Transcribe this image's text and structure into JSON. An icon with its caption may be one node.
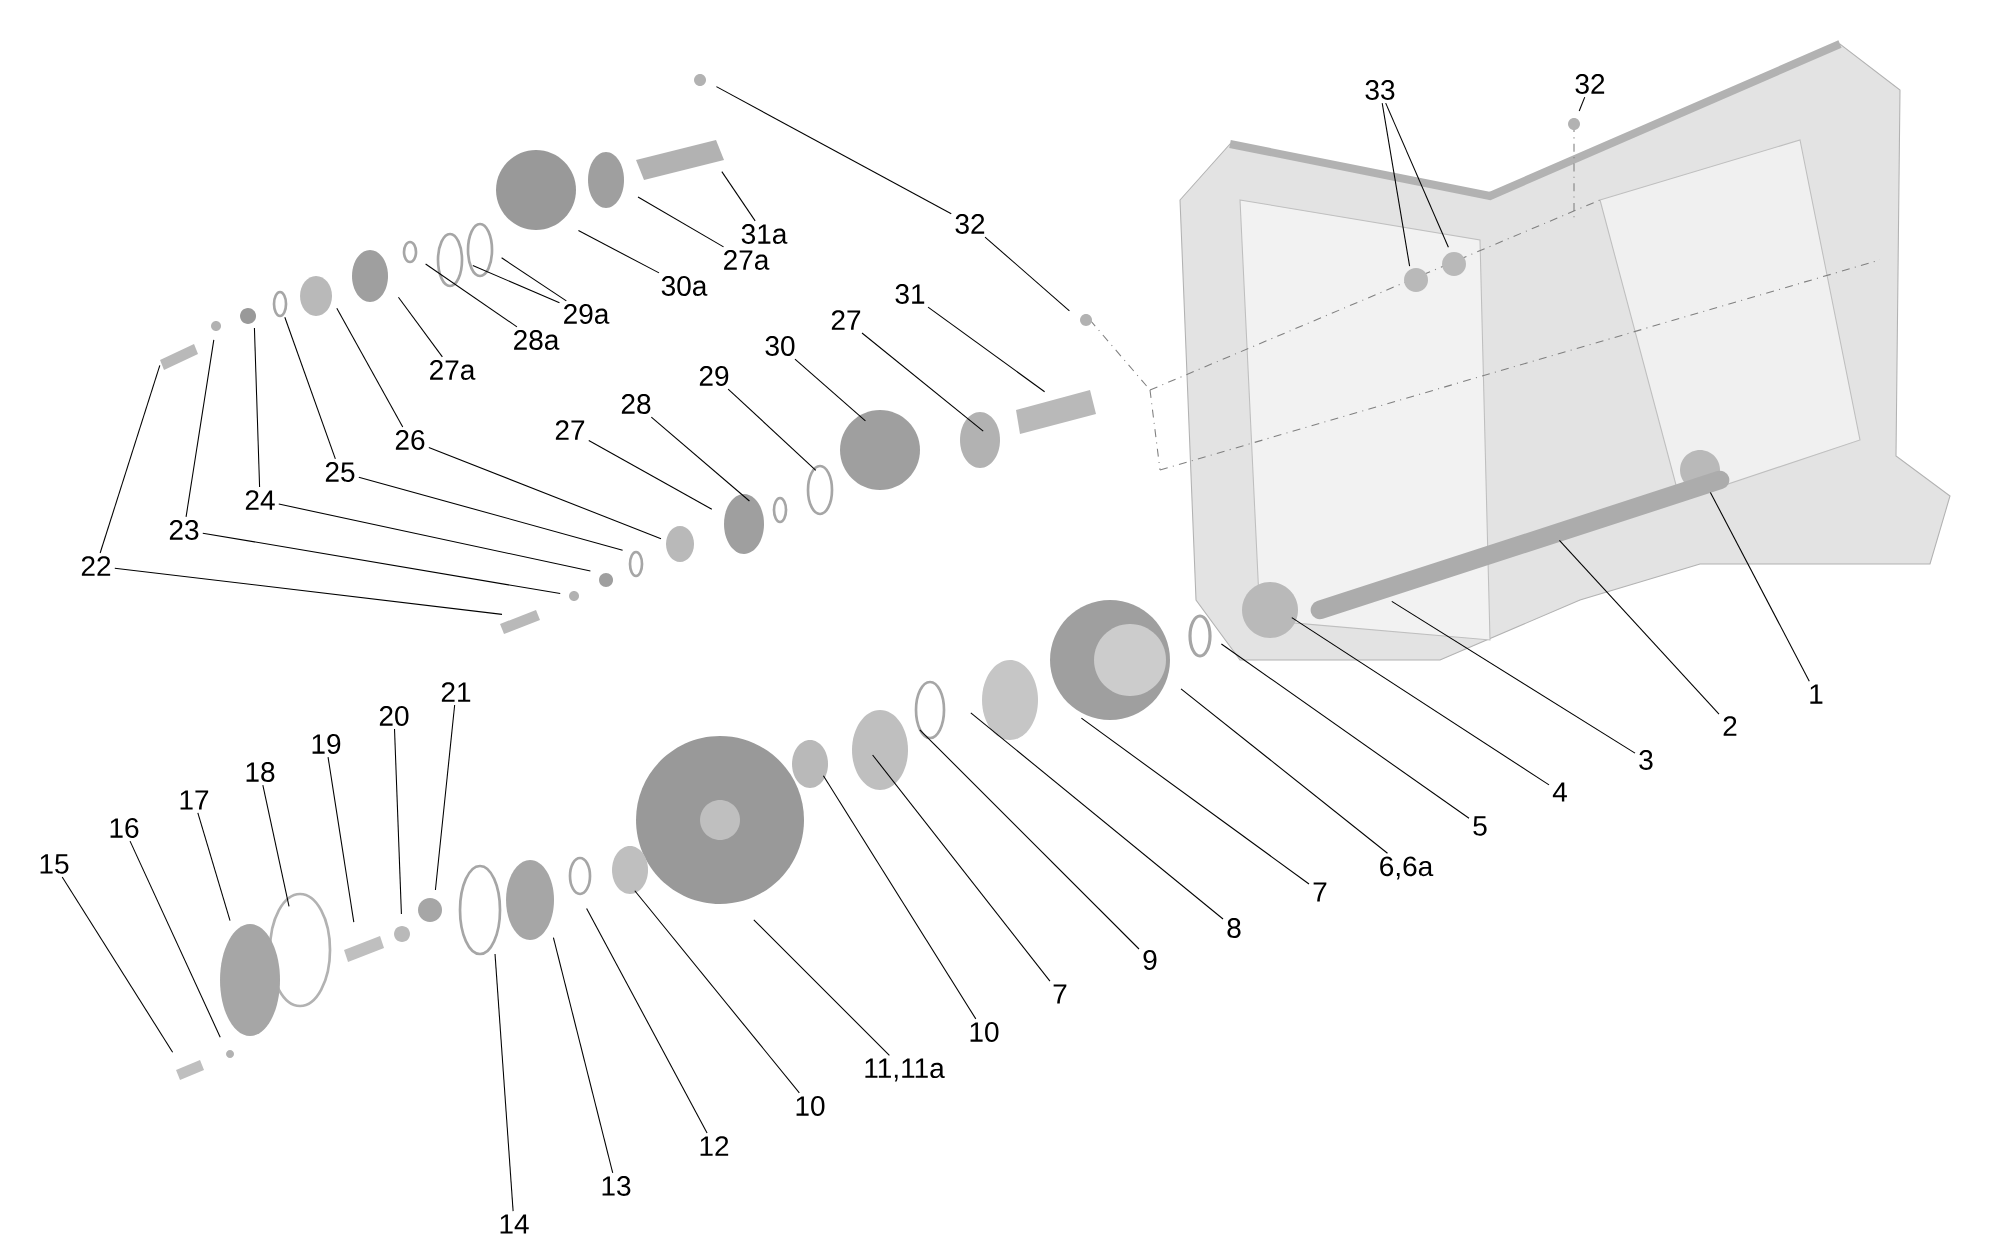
{
  "diagram": {
    "nodes": [
      {
        "text": [
          "1"
        ]
      },
      {
        "text": [
          "2"
        ]
      },
      {
        "text": [
          "3"
        ]
      },
      {
        "text": [
          "4"
        ]
      },
      {
        "text": [
          "5"
        ]
      },
      {
        "text": [
          "6,6a"
        ]
      },
      {
        "text": [
          "7"
        ]
      },
      {
        "text": [
          "8"
        ]
      },
      {
        "text": [
          "9"
        ]
      },
      {
        "text": [
          "7"
        ]
      },
      {
        "text": [
          "10"
        ]
      },
      {
        "text": [
          "11,11a"
        ]
      },
      {
        "text": [
          "10"
        ]
      },
      {
        "text": [
          "12"
        ]
      },
      {
        "text": [
          "13"
        ]
      },
      {
        "text": [
          "14"
        ]
      },
      {
        "text": [
          "15"
        ]
      },
      {
        "text": [
          "16"
        ]
      },
      {
        "text": [
          "17"
        ]
      },
      {
        "text": [
          "18"
        ]
      },
      {
        "text": [
          "19"
        ]
      },
      {
        "text": [
          "20"
        ]
      },
      {
        "text": [
          "21"
        ]
      },
      {
        "text": [
          "22"
        ]
      },
      {
        "text": [
          "23"
        ]
      },
      {
        "text": [
          "24"
        ]
      },
      {
        "text": [
          "25"
        ]
      },
      {
        "text": [
          "26"
        ]
      },
      {
        "text": [
          "27a"
        ]
      },
      {
        "text": [
          "28a"
        ]
      },
      {
        "text": [
          "29a"
        ]
      },
      {
        "text": [
          "30a"
        ]
      },
      {
        "text": [
          "27a"
        ]
      },
      {
        "text": [
          "31a"
        ]
      },
      {
        "text": [
          "32"
        ]
      },
      {
        "text": [
          "31"
        ]
      },
      {
        "text": [
          "27"
        ]
      },
      {
        "text": [
          "30"
        ]
      },
      {
        "text": [
          "29"
        ]
      },
      {
        "text": [
          "28"
        ]
      },
      {
        "text": [
          "27"
        ]
      },
      {
        "text": [
          "33"
        ]
      },
      {
        "text": [
          "32"
        ]
      }
    ],
    "edges": [
      {
        "from": 0,
        "to": null,
        "arrow": "none"
      },
      {
        "from": 1,
        "to": null,
        "arrow": "none"
      },
      {
        "from": 2,
        "to": null,
        "arrow": "none"
      },
      {
        "from": 3,
        "to": null,
        "arrow": "none"
      },
      {
        "from": 4,
        "to": null,
        "arrow": "none"
      },
      {
        "from": 5,
        "to": null,
        "arrow": "none"
      },
      {
        "from": 6,
        "to": null,
        "arrow": "none"
      },
      {
        "from": 7,
        "to": null,
        "arrow": "none"
      },
      {
        "from": 8,
        "to": null,
        "arrow": "none"
      },
      {
        "from": 9,
        "to": null,
        "arrow": "none"
      },
      {
        "from": 10,
        "to": null,
        "arrow": "none"
      },
      {
        "from": 11,
        "to": null,
        "arrow": "none"
      },
      {
        "from": 12,
        "to": null,
        "arrow": "none"
      },
      {
        "from": 13,
        "to": null,
        "arrow": "none"
      },
      {
        "from": 14,
        "to": null,
        "arrow": "none"
      },
      {
        "from": 15,
        "to": null,
        "arrow": "none"
      },
      {
        "from": 16,
        "to": null,
        "arrow": "none"
      },
      {
        "from": 17,
        "to": null,
        "arrow": "none"
      },
      {
        "from": 18,
        "to": null,
        "arrow": "none"
      },
      {
        "from": 19,
        "to": null,
        "arrow": "none"
      },
      {
        "from": 20,
        "to": null,
        "arrow": "none"
      },
      {
        "from": 21,
        "to": null,
        "arrow": "none"
      },
      {
        "from": 22,
        "to": null,
        "arrow": "none"
      },
      {
        "from": 23,
        "to": null,
        "arrow": "none"
      },
      {
        "from": 23,
        "to": null,
        "arrow": "none"
      },
      {
        "from": 24,
        "to": null,
        "arrow": "none"
      },
      {
        "from": 24,
        "to": null,
        "arrow": "none"
      },
      {
        "from": 25,
        "to": null,
        "arrow": "none"
      },
      {
        "from": 25,
        "to": null,
        "arrow": "none"
      },
      {
        "from": 26,
        "to": null,
        "arrow": "none"
      },
      {
        "from": 26,
        "to": null,
        "arrow": "none"
      },
      {
        "from": 27,
        "to": null,
        "arrow": "none"
      },
      {
        "from": 27,
        "to": null,
        "arrow": "none"
      },
      {
        "from": 28,
        "to": null,
        "arrow": "none"
      },
      {
        "from": 29,
        "to": null,
        "arrow": "none"
      },
      {
        "from": 30,
        "to": null,
        "arrow": "none"
      },
      {
        "from": 30,
        "to": null,
        "arrow": "none"
      },
      {
        "from": 31,
        "to": null,
        "arrow": "none"
      },
      {
        "from": 32,
        "to": null,
        "arrow": "none"
      },
      {
        "from": 33,
        "to": null,
        "arrow": "none"
      },
      {
        "from": 34,
        "to": null,
        "arrow": "none"
      },
      {
        "from": 34,
        "to": null,
        "arrow": "none"
      },
      {
        "from": 35,
        "to": null,
        "arrow": "none"
      },
      {
        "from": 36,
        "to": null,
        "arrow": "none"
      },
      {
        "from": 37,
        "to": null,
        "arrow": "none"
      },
      {
        "from": 38,
        "to": null,
        "arrow": "none"
      },
      {
        "from": 39,
        "to": null,
        "arrow": "none"
      },
      {
        "from": 40,
        "to": null,
        "arrow": "none"
      },
      {
        "from": 41,
        "to": null,
        "arrow": "none"
      },
      {
        "from": 41,
        "to": null,
        "arrow": "none"
      },
      {
        "from": 42,
        "to": null,
        "arrow": "none"
      }
    ]
  }
}
